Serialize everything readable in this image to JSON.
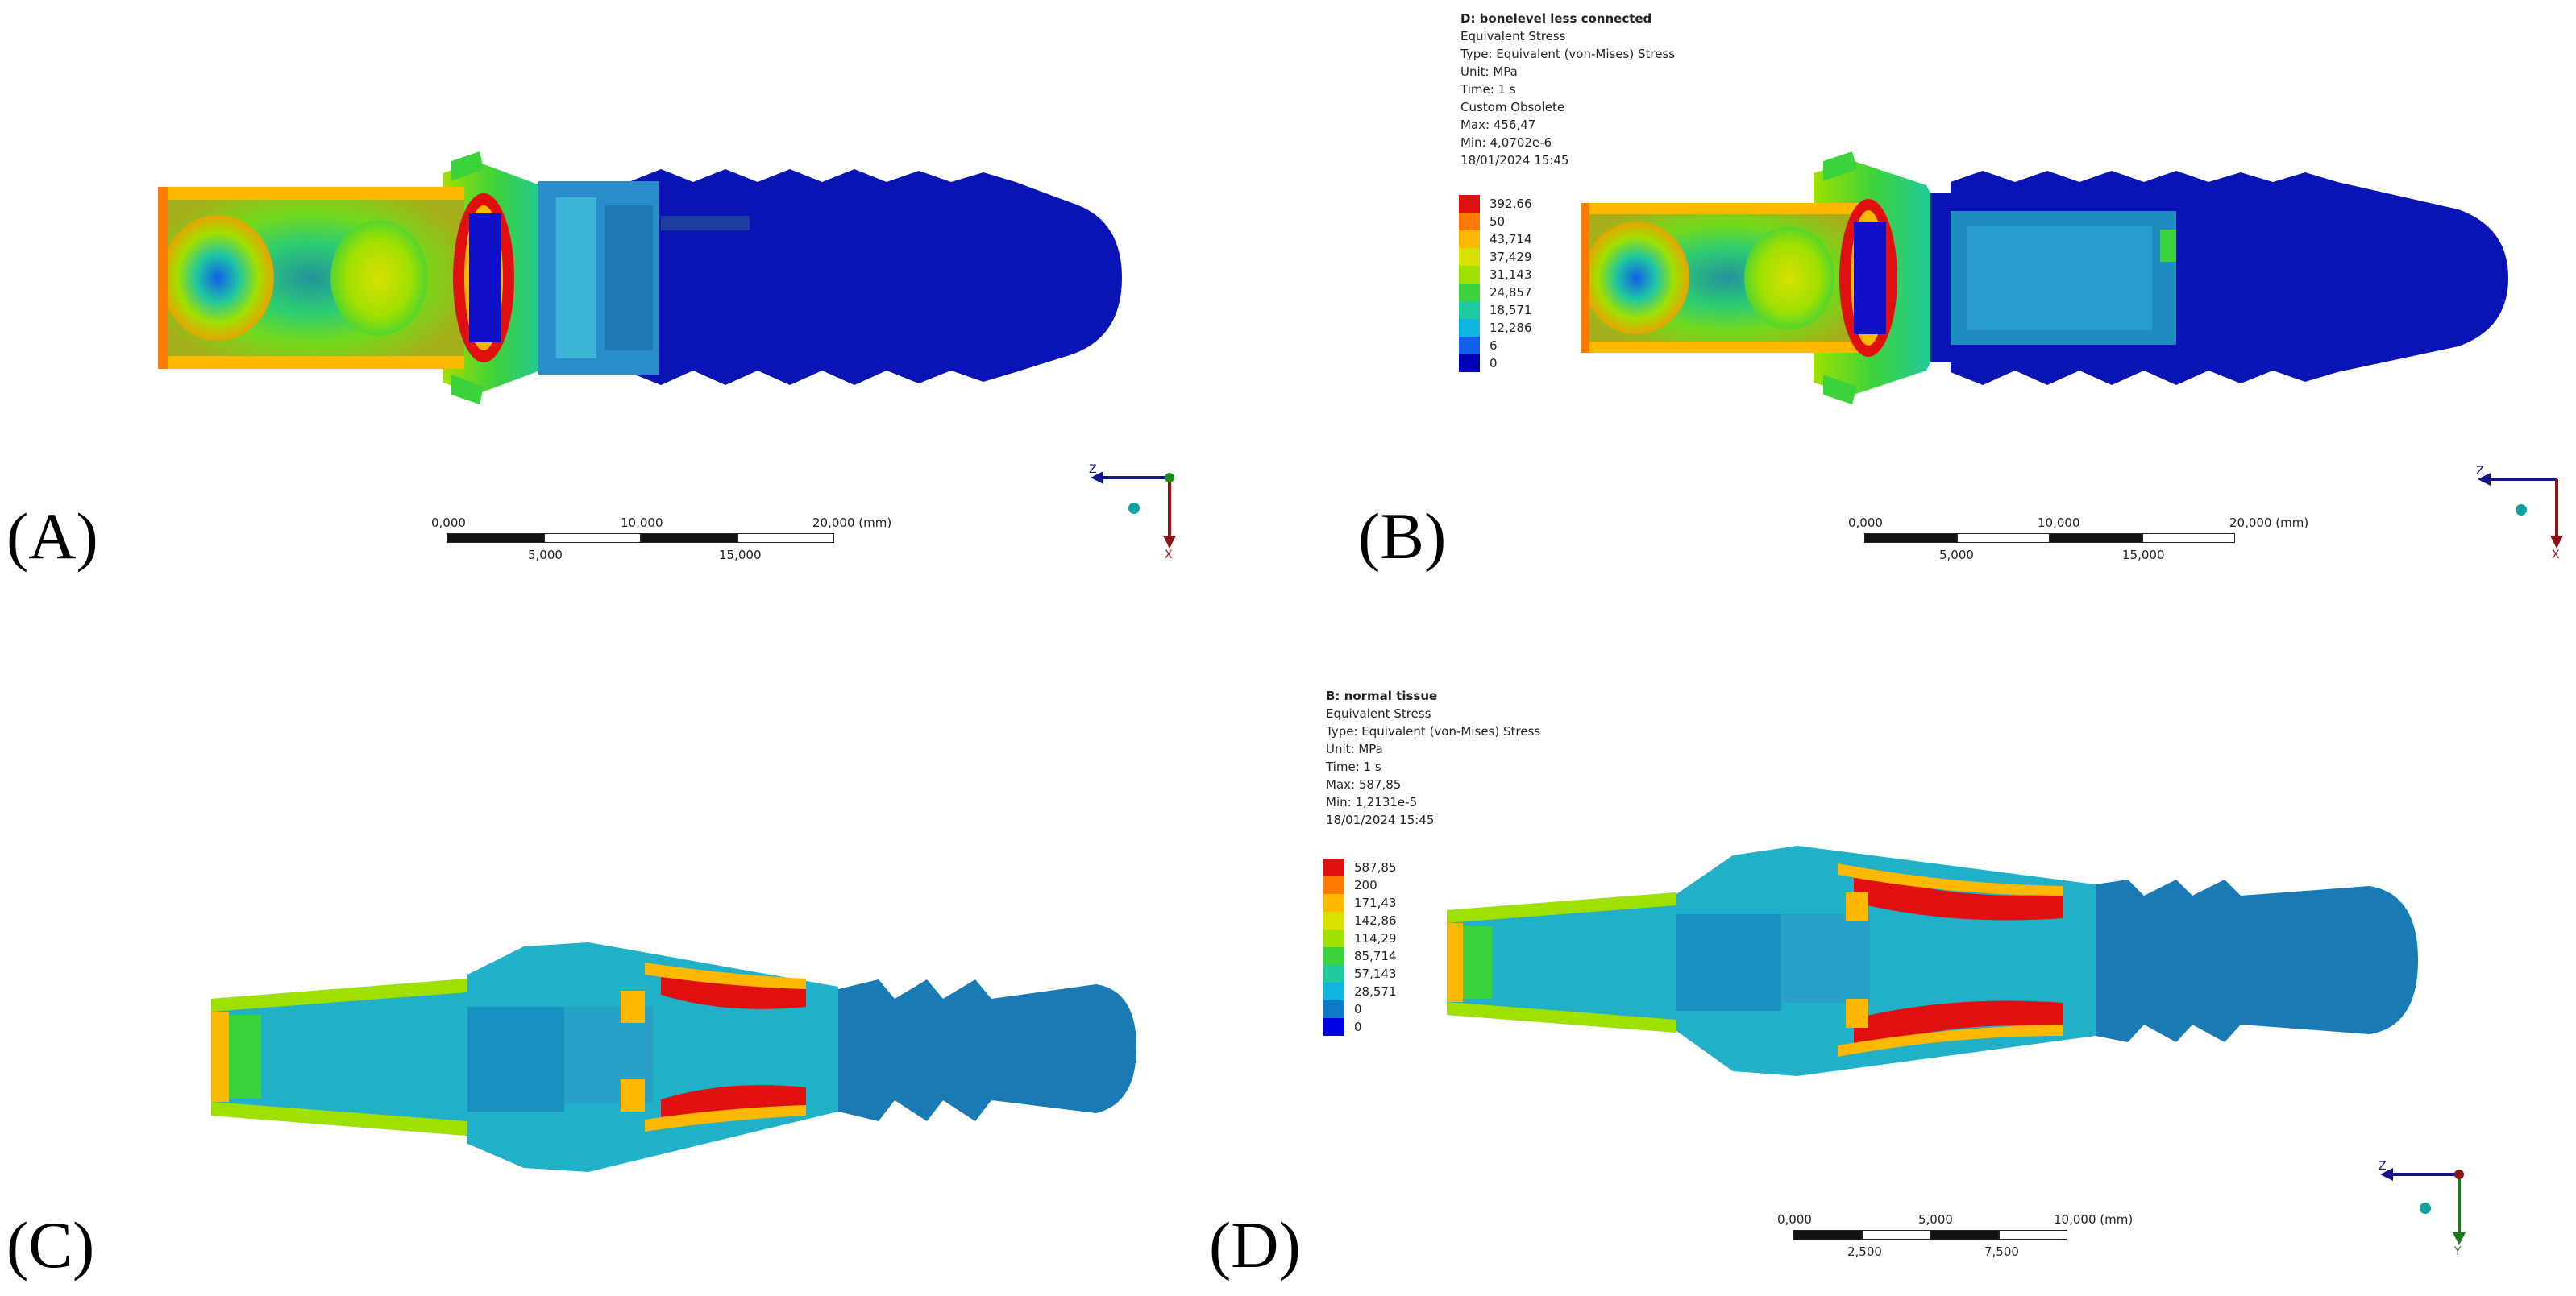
{
  "panels": [
    {
      "id": "A",
      "label": "(A)"
    },
    {
      "id": "B",
      "label": "(B)"
    },
    {
      "id": "C",
      "label": "(C)"
    },
    {
      "id": "D",
      "label": "(D)"
    }
  ],
  "info_b": {
    "title": "D: bonelevel less connected",
    "lines": [
      "Equivalent Stress",
      "Type: Equivalent (von-Mises) Stress",
      "Unit: MPa",
      "Time: 1 s",
      "Custom Obsolete",
      "Max: 456,47",
      "Min: 4,0702e-6",
      "18/01/2024 15:45"
    ]
  },
  "legend_b": {
    "values": [
      "392,66",
      "50",
      "43,714",
      "37,429",
      "31,143",
      "24,857",
      "18,571",
      "12,286",
      "6",
      "0"
    ],
    "colors": [
      "#e01010",
      "#ff7a00",
      "#ffb800",
      "#d8e000",
      "#a0e000",
      "#3cd23c",
      "#20c8a0",
      "#10b4e0",
      "#1060e8",
      "#0000b4"
    ]
  },
  "info_d": {
    "title": "B: normal tissue",
    "lines": [
      "Equivalent Stress",
      "Type: Equivalent (von-Mises) Stress",
      "Unit: MPa",
      "Time: 1 s",
      "Max: 587,85",
      "Min: 1,2131e-5",
      "18/01/2024 15:45"
    ]
  },
  "legend_d": {
    "values": [
      "587,85",
      "200",
      "171,43",
      "142,86",
      "114,29",
      "85,714",
      "57,143",
      "28,571",
      "0",
      "0"
    ],
    "colors": [
      "#e01010",
      "#ff7a00",
      "#ffb800",
      "#d8e000",
      "#a0e000",
      "#3cd23c",
      "#20c8a0",
      "#10b4e0",
      "#1078c8",
      "#0000e0"
    ]
  },
  "scale_ab": {
    "top": [
      "0,000",
      "10,000",
      "20,000 (mm)"
    ],
    "bottom": [
      "5,000",
      "15,000"
    ]
  },
  "scale_d": {
    "top": [
      "0,000",
      "5,000",
      "10,000 (mm)"
    ],
    "bottom": [
      "2,500",
      "7,500"
    ]
  },
  "axes_ab": {
    "horizontal": "Z",
    "vertical": "X"
  },
  "axes_d": {
    "horizontal": "Z",
    "vertical": "Y"
  }
}
